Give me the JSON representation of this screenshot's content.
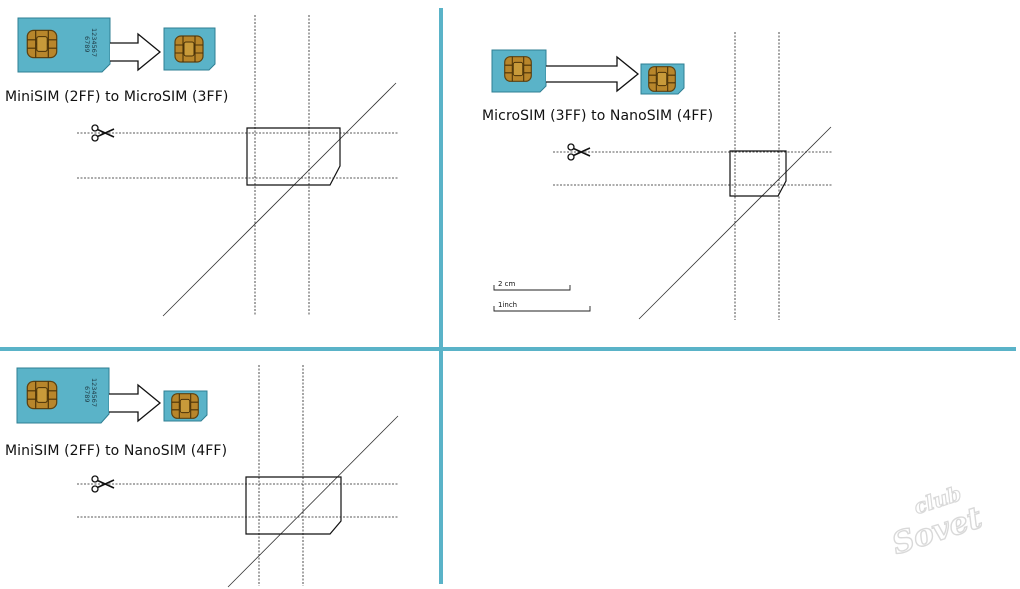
{
  "colors": {
    "divider": "#5ab3c8",
    "card": "#5ab3c8",
    "chip": "#b8862b",
    "chip_dark": "#6a4a12",
    "line": "#222222",
    "watermark": "#e6e6e6"
  },
  "panels": [
    {
      "title": "MiniSIM (2FF) to MicroSIM (3FF)",
      "card_text_1": "1234567",
      "card_text_2": "6789"
    },
    {
      "title": "MicroSIM (3FF) to NanoSIM (4FF)"
    },
    {
      "title": "MiniSIM (2FF) to NanoSIM (4FF)",
      "card_text_1": "1234567",
      "card_text_2": "6789"
    }
  ],
  "scale": {
    "cm_label": "2 cm",
    "inch_label": "1inch"
  },
  "watermark": {
    "line1": "club",
    "line2": "Sovet"
  },
  "icons": {
    "cut": "scissors-icon",
    "direction": "arrow-right-icon"
  }
}
